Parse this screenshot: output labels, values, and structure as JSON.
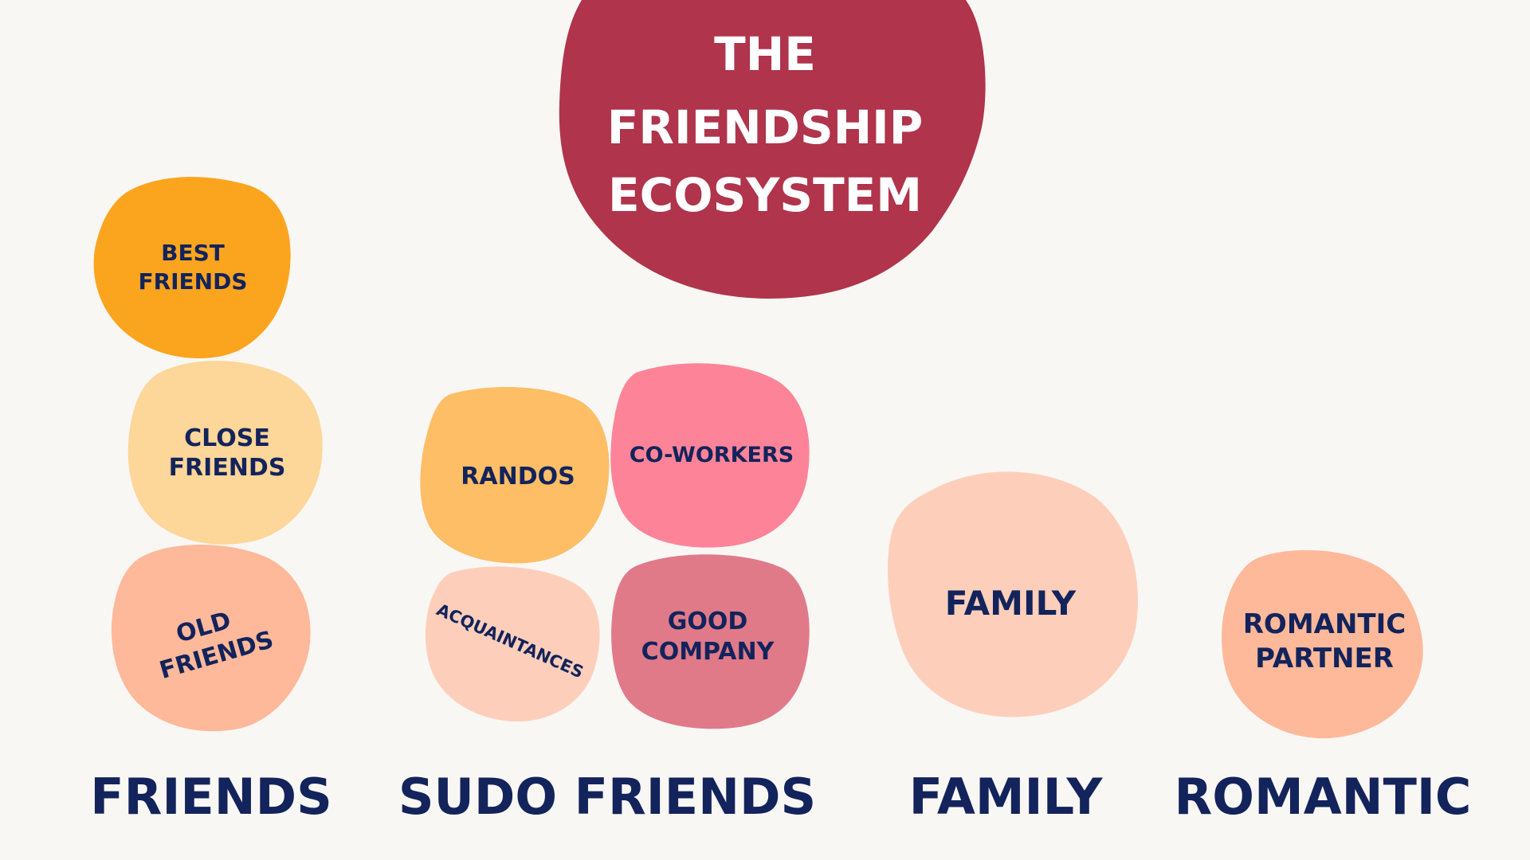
{
  "title": {
    "lines": [
      "THE",
      "FRIENDSHIP",
      "ECOSYSTEM"
    ],
    "color": "#b0344b",
    "text_color": "#ffffff"
  },
  "ink_color": "#13235b",
  "blobs": [
    {
      "id": "best-friends",
      "lines": [
        "BEST",
        "FRIENDS"
      ],
      "color": "#fba51f"
    },
    {
      "id": "close-friends",
      "lines": [
        "CLOSE",
        "FRIENDS"
      ],
      "color": "#fdd699"
    },
    {
      "id": "old-friends",
      "lines": [
        "OLD",
        "FRIENDS"
      ],
      "color": "#feb99a"
    },
    {
      "id": "randos",
      "lines": [
        "RANDOS"
      ],
      "color": "#fdbe66"
    },
    {
      "id": "co-workers",
      "lines": [
        "CO-WORKERS"
      ],
      "color": "#fd8498"
    },
    {
      "id": "acquaintances",
      "lines": [
        "ACQUAINTANCES"
      ],
      "color": "#fdcfbb"
    },
    {
      "id": "good-company",
      "lines": [
        "GOOD",
        "COMPANY"
      ],
      "color": "#e07a89"
    },
    {
      "id": "family",
      "lines": [
        "FAMILY"
      ],
      "color": "#fdcfbb"
    },
    {
      "id": "romantic-partner",
      "lines": [
        "ROMANTIC",
        "PARTNER"
      ],
      "color": "#feb99a"
    }
  ],
  "categories": [
    {
      "id": "friends",
      "label": "FRIENDS"
    },
    {
      "id": "sudo-friends",
      "label": "SUDO FRIENDS"
    },
    {
      "id": "family",
      "label": "FAMILY"
    },
    {
      "id": "romantic",
      "label": "ROMANTIC"
    }
  ]
}
